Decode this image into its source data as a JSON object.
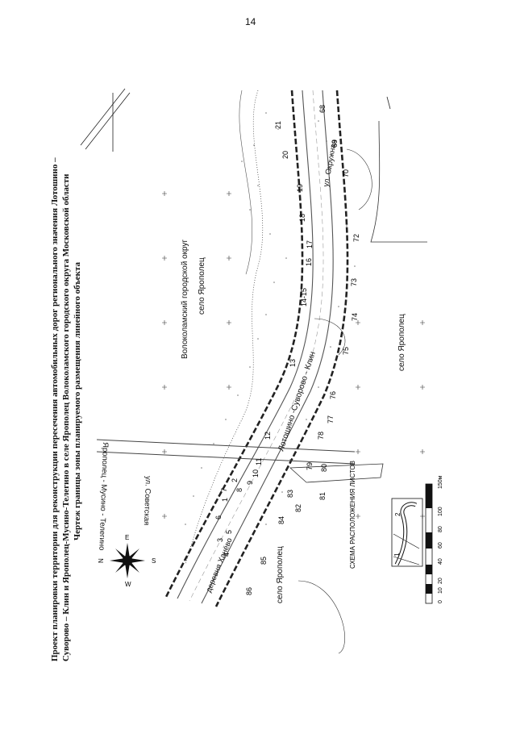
{
  "page": {
    "number": "14"
  },
  "title": {
    "line1": "Проект планировки территории для реконструкции пересечения автомобильных дорог регионального значения Лотошино –",
    "line2": "Суворово – Клин и Ярополец-Мусино-Телегино в селе Ярополец Волоколамского городского округа Московской области",
    "line3": "Чертеж границы зоны планируемого размещения линейного объекта"
  },
  "map_labels": {
    "district": "Волоколамский городской округ",
    "village_center": "село Ярополец",
    "village_bottom": "село Ярополец",
    "village_left": "село Ярополец",
    "road_main": "Лотошино -Суворово - Клин",
    "road_cross": "Ярополец - Мусино - Телегино",
    "street_sovetskaya": "ул. Советская",
    "street_okruzhnaya": "ул. Окружная",
    "village_khanevo": "деревня Ханёво"
  },
  "point_labels": [
    {
      "id": "p1",
      "text": "1"
    },
    {
      "id": "p2",
      "text": "2"
    },
    {
      "id": "p3",
      "text": "3"
    },
    {
      "id": "p4",
      "text": "4"
    },
    {
      "id": "p5",
      "text": "5"
    },
    {
      "id": "p6",
      "text": "6"
    },
    {
      "id": "p7",
      "text": "7"
    },
    {
      "id": "p8",
      "text": "8"
    },
    {
      "id": "p9",
      "text": "9"
    },
    {
      "id": "p10",
      "text": "10"
    },
    {
      "id": "p11",
      "text": "11"
    },
    {
      "id": "p12",
      "text": "12"
    },
    {
      "id": "p13",
      "text": "13"
    },
    {
      "id": "p14",
      "text": "14-15"
    },
    {
      "id": "p16",
      "text": "16"
    },
    {
      "id": "p17",
      "text": "17"
    },
    {
      "id": "p18",
      "text": "18"
    },
    {
      "id": "p19",
      "text": "19"
    },
    {
      "id": "p20",
      "text": "20"
    },
    {
      "id": "p21",
      "text": "21"
    },
    {
      "id": "p68",
      "text": "68"
    },
    {
      "id": "p69",
      "text": "69"
    },
    {
      "id": "p70",
      "text": "70"
    },
    {
      "id": "p72",
      "text": "72"
    },
    {
      "id": "p73",
      "text": "73"
    },
    {
      "id": "p74",
      "text": "74"
    },
    {
      "id": "p75",
      "text": "75"
    },
    {
      "id": "p76",
      "text": "76"
    },
    {
      "id": "p77",
      "text": "77"
    },
    {
      "id": "p78",
      "text": "78"
    },
    {
      "id": "p79",
      "text": "79"
    },
    {
      "id": "p80",
      "text": "80"
    },
    {
      "id": "p81",
      "text": "81"
    },
    {
      "id": "p82",
      "text": "82"
    },
    {
      "id": "p83",
      "text": "83"
    },
    {
      "id": "p84",
      "text": "84"
    },
    {
      "id": "p85",
      "text": "85"
    },
    {
      "id": "p86",
      "text": "86"
    }
  ],
  "compass": {
    "n": "N",
    "s": "S",
    "w": "W",
    "e": "E"
  },
  "scheme": {
    "title": "СХЕМА РАСПОЛОЖЕНИЯ ЛИСТОВ",
    "sheet1": "1",
    "sheet2": "2"
  },
  "scale": {
    "labels": [
      "0",
      "10",
      "20",
      "40",
      "60",
      "80",
      "100",
      "150м"
    ]
  }
}
